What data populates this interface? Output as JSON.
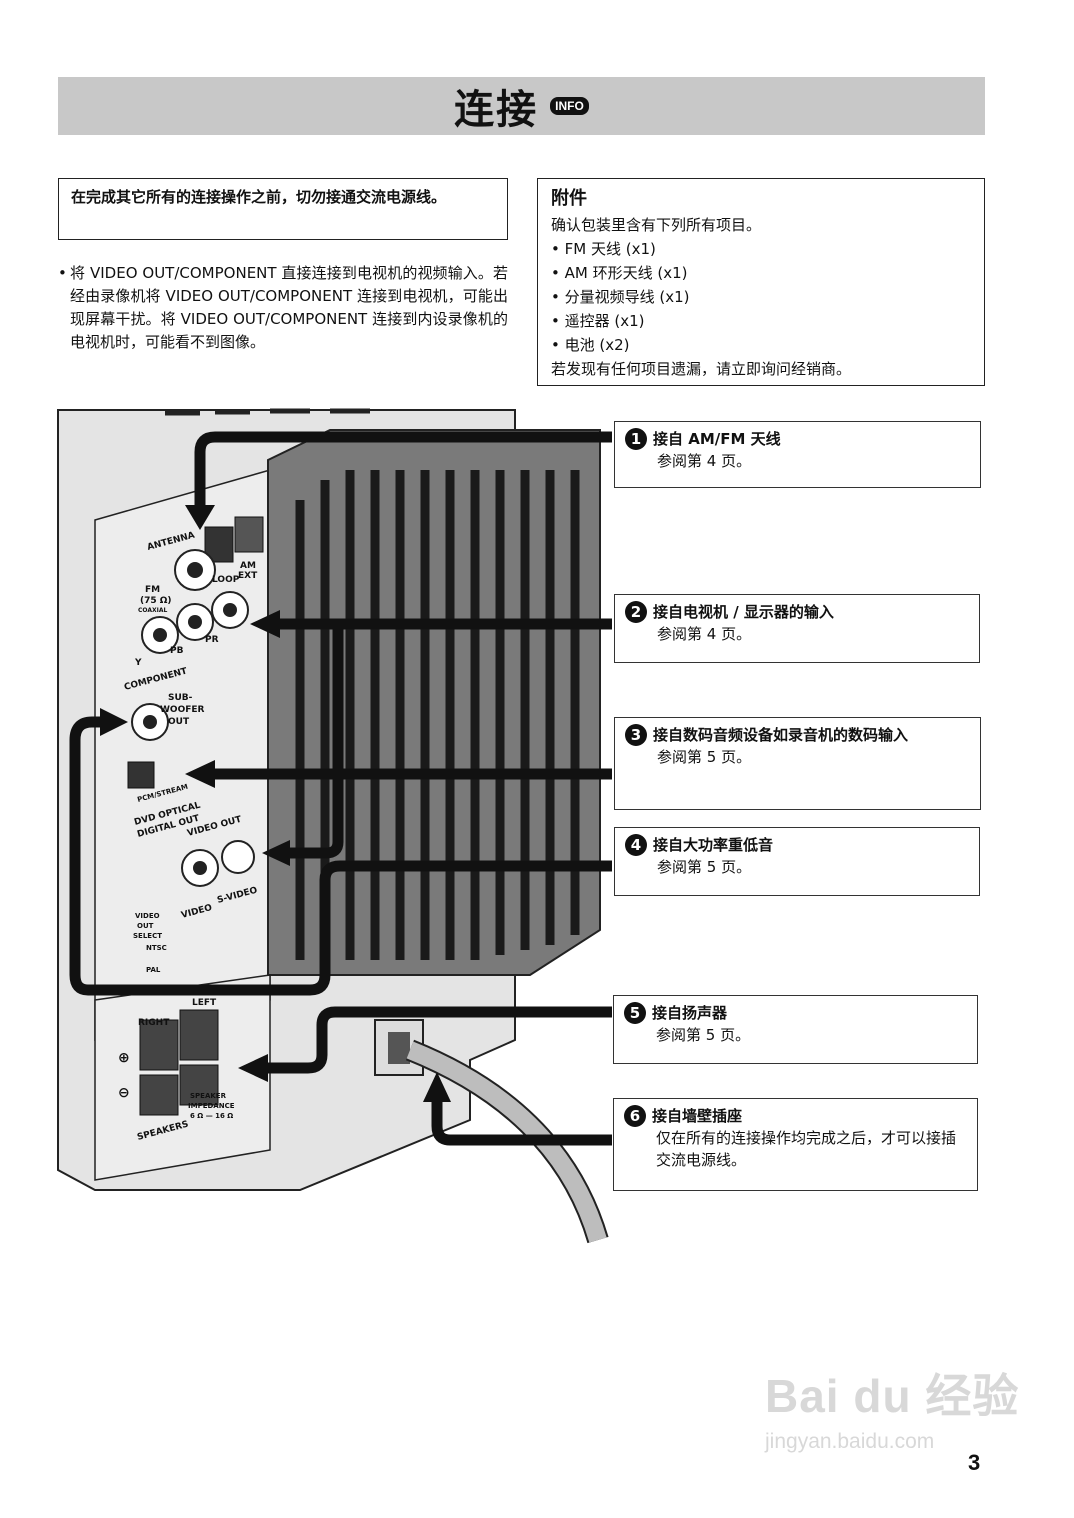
{
  "header": {
    "title": "连接",
    "badge": "INFO"
  },
  "warning": "在完成其它所有的连接操作之前，切勿接通交流电源线。",
  "note": {
    "bullet": "•",
    "text": "将 VIDEO OUT/COMPONENT 直接连接到电视机的视频输入。若经由录像机将 VIDEO OUT/COMPONENT 连接到电视机，可能出现屏幕干扰。将 VIDEO OUT/COMPONENT 连接到内设录像机的电视机时，可能看不到图像。"
  },
  "accessories": {
    "title": "附件",
    "intro": "确认包装里含有下列所有项目。",
    "items": [
      "• FM 天线 (x1)",
      "• AM 环形天线 (x1)",
      "• 分量视频导线 (x1)",
      "• 遥控器 (x1)",
      "• 电池 (x2)"
    ],
    "footer": "若发现有任何项目遗漏，请立即询问经销商。"
  },
  "callouts": [
    {
      "num": "1",
      "title": "接自 AM/FM 天线",
      "sub": "参阅第 4 页。"
    },
    {
      "num": "2",
      "title": "接自电视机 / 显示器的输入",
      "sub": "参阅第 4 页。"
    },
    {
      "num": "3",
      "title": "接自数码音频设备如录音机的数码输入",
      "sub": "参阅第 5 页。"
    },
    {
      "num": "4",
      "title": "接自大功率重低音",
      "sub": "参阅第 5 页。"
    },
    {
      "num": "5",
      "title": "接自扬声器",
      "sub": "参阅第 5 页。"
    },
    {
      "num": "6",
      "title": "接自墙壁插座",
      "sub": "仅在所有的连接操作均完成之后，才可以接插交流电源线。"
    }
  ],
  "panel_labels": {
    "antenna": "ANTENNA",
    "fm": "FM",
    "fm_ohm": "(75 Ω)",
    "coaxial": "COAXIAL",
    "am_loop": "LOOP",
    "am_ext": "EXT",
    "am": "AM",
    "y": "Y",
    "pb": "PB",
    "pr": "PR",
    "component": "COMPONENT",
    "subwoofer": "SUB-",
    "subwoofer2": "WOOFER",
    "subwoofer3": "OUT",
    "pcm": "PCM/STREAM",
    "dvd_optical": "DVD OPTICAL",
    "digital_out": "DIGITAL OUT",
    "video_out": "VIDEO   OUT",
    "video": "VIDEO",
    "svideo": "S-VIDEO",
    "select1": "VIDEO",
    "select2": "OUT",
    "select3": "SELECT",
    "ntsc": "NTSC",
    "pal": "PAL",
    "right": "RIGHT",
    "left": "LEFT",
    "plus": "⊕",
    "minus": "⊖",
    "speakers": "SPEAKERS",
    "imp1": "SPEAKER",
    "imp2": "IMPEDANCE",
    "imp3": "6 Ω — 16 Ω"
  },
  "watermark": {
    "brand": "Bai du 经验",
    "url": "jingyan.baidu.com"
  },
  "page_number": "3"
}
